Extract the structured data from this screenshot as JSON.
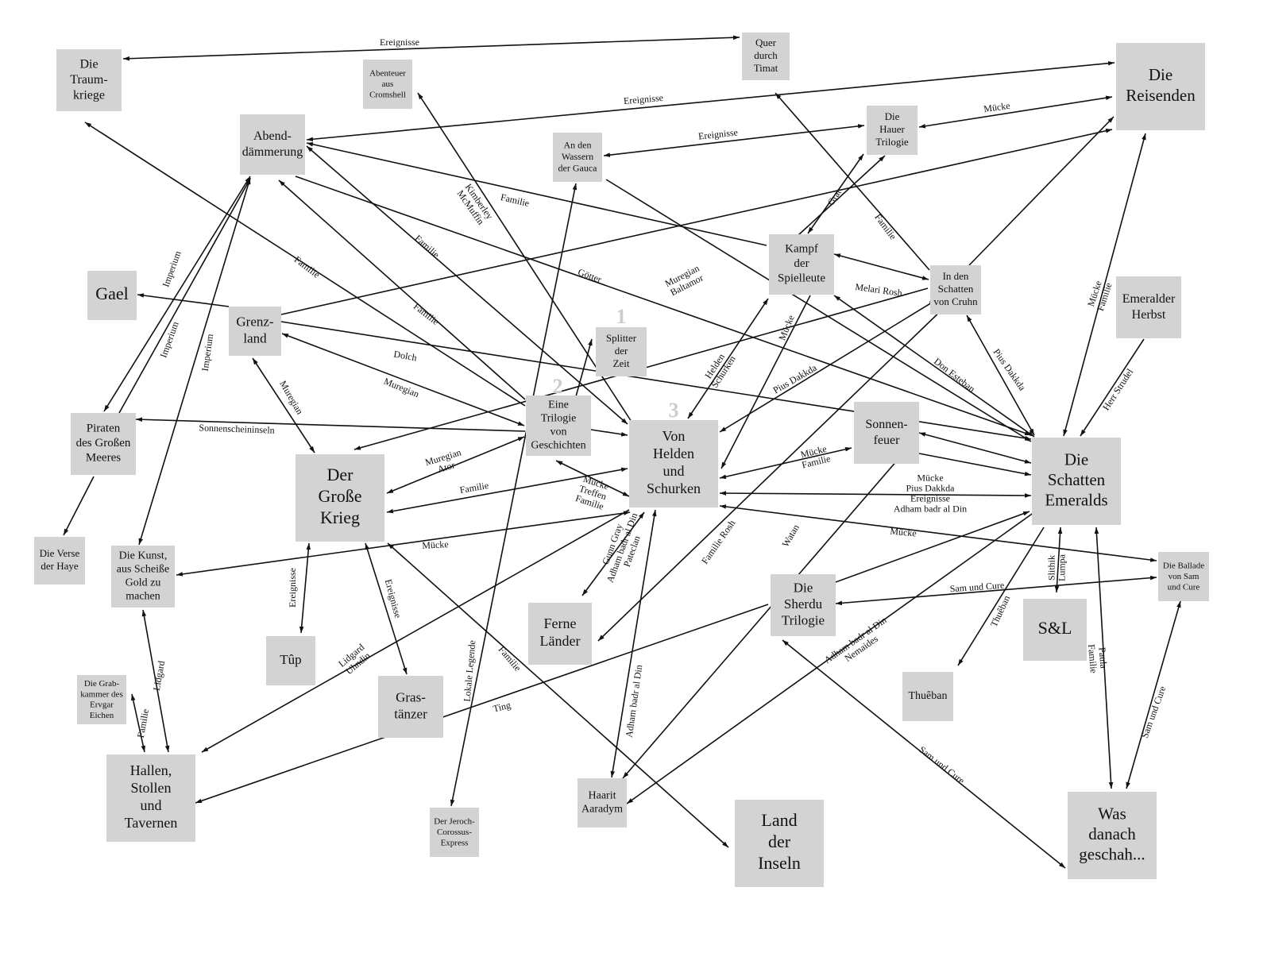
{
  "nodes": {
    "traumkriege": [
      "Die",
      "Traum-",
      "kriege"
    ],
    "quer": [
      "Quer",
      "durch",
      "Timat"
    ],
    "reisenden": [
      "Die",
      "Reisenden"
    ],
    "abenteuer": [
      "Abenteuer",
      "aus",
      "Cromshell"
    ],
    "abend": [
      "Abend-",
      "dämmerung"
    ],
    "gauca": [
      "An den",
      "Wassern",
      "der Gauca"
    ],
    "hauer": [
      "Die",
      "Hauer",
      "Trilogie"
    ],
    "kampf": [
      "Kampf",
      "der",
      "Spielleute"
    ],
    "cruhn": [
      "In den",
      "Schatten",
      "von Cruhn"
    ],
    "emherbst": [
      "Emeralder",
      "Herbst"
    ],
    "gael": [
      "Gael"
    ],
    "grenz": [
      "Grenz-",
      "land"
    ],
    "splitter": [
      "Splitter",
      "der",
      "Zeit"
    ],
    "trilogie": [
      "Eine",
      "Trilogie",
      "von",
      "Geschichten"
    ],
    "vhus": [
      "Von",
      "Helden",
      "und",
      "Schurken"
    ],
    "sonnen": [
      "Sonnen-",
      "feuer"
    ],
    "schatten": [
      "Die",
      "Schatten",
      "Emeralds"
    ],
    "piraten": [
      "Piraten",
      "des Großen",
      "Meeres"
    ],
    "krieg": [
      "Der",
      "Große",
      "Krieg"
    ],
    "verse": [
      "Die Verse",
      "der Haye"
    ],
    "kunst": [
      "Die Kunst,",
      "aus Scheiße",
      "Gold zu",
      "machen"
    ],
    "ferne": [
      "Ferne",
      "Länder"
    ],
    "sherdu": [
      "Die",
      "Sherdu",
      "Trilogie"
    ],
    "sl": [
      "S&L"
    ],
    "ballade": [
      "Die Ballade",
      "von Sam",
      "und Cure"
    ],
    "tup": [
      "Tûp"
    ],
    "grab": [
      "Die Grab-",
      "kammer des",
      "Ervgar",
      "Eichen"
    ],
    "gras": [
      "Gras-",
      "tänzer"
    ],
    "thueban": [
      "Thuêban"
    ],
    "hallen": [
      "Hallen,",
      "Stollen",
      "und",
      "Tavernen"
    ],
    "jeroch": [
      "Der Jeroch-",
      "Corossus-",
      "Express"
    ],
    "haarit": [
      "Haarit",
      "Aaradym"
    ],
    "land": [
      "Land",
      "der",
      "Inseln"
    ],
    "was": [
      "Was",
      "danach",
      "geschah..."
    ]
  },
  "markers": [
    "1",
    "2",
    "3"
  ],
  "edges": [
    {
      "from": "traumkriege",
      "to": "quer",
      "bi": true,
      "label": [
        "Ereignisse"
      ]
    },
    {
      "from": "abend",
      "to": "reisenden",
      "bi": true,
      "label": [
        "Ereignisse"
      ]
    },
    {
      "from": "gauca",
      "to": "hauer",
      "bi": true,
      "label": [
        "Ereignisse"
      ]
    },
    {
      "from": "hauer",
      "to": "reisenden",
      "bi": true,
      "label": [
        "Mücke"
      ]
    },
    {
      "from": "kampf",
      "to": "abend",
      "bi": false,
      "label": [
        "Familie"
      ]
    },
    {
      "from": "kampf",
      "to": "hauer",
      "bi": true,
      "label": [
        "Grat"
      ]
    },
    {
      "from": "schatten",
      "to": "hauer",
      "bi": false,
      "label": []
    },
    {
      "from": "cruhn",
      "to": "quer",
      "bi": false,
      "label": [
        "Familie"
      ]
    },
    {
      "from": "kampf",
      "to": "cruhn",
      "bi": true,
      "label": [
        "Melari Rosh"
      ]
    },
    {
      "from": "cruhn",
      "to": "schatten",
      "bi": true,
      "label": [
        "Pius Dakkda"
      ]
    },
    {
      "from": "cruhn",
      "to": "krieg",
      "bi": false,
      "label": [
        "Muregian",
        "Baltamor"
      ]
    },
    {
      "from": "cruhn",
      "to": "reisenden",
      "bi": false,
      "label": []
    },
    {
      "from": "schatten",
      "to": "reisenden",
      "bi": true,
      "label": [
        "Mücke",
        "Familie"
      ]
    },
    {
      "from": "emherbst",
      "to": "schatten",
      "bi": false,
      "label": [
        "Herr Strudel"
      ]
    },
    {
      "from": "abend",
      "to": "schatten",
      "bi": false,
      "label": [
        "Götter"
      ]
    },
    {
      "from": "gauca",
      "to": "schatten",
      "bi": false,
      "label": []
    },
    {
      "from": "grenz",
      "to": "reisenden",
      "bi": false,
      "label": []
    },
    {
      "from": "grenz",
      "to": "gael",
      "bi": false,
      "label": []
    },
    {
      "from": "grenz",
      "to": "schatten",
      "bi": false,
      "label": [
        "Dolch"
      ]
    },
    {
      "from": "trilogie",
      "to": "grenz",
      "bi": true,
      "label": [
        "Muregian"
      ]
    },
    {
      "from": "grenz",
      "to": "krieg",
      "bi": true,
      "label": [
        "Muregian"
      ]
    },
    {
      "from": "trilogie",
      "to": "traumkriege",
      "bi": false,
      "label": [
        "Familie"
      ]
    },
    {
      "from": "trilogie",
      "to": "abend",
      "bi": false,
      "label": [
        "Familie"
      ]
    },
    {
      "from": "vhus",
      "to": "abend",
      "bi": true,
      "label": [
        "Familie"
      ]
    },
    {
      "from": "vhus",
      "to": "abenteuer",
      "bi": false,
      "label": [
        "Kimberley",
        "McMuffin"
      ]
    },
    {
      "from": "jeroch",
      "to": "gauca",
      "bi": true,
      "label": [
        "Lokale Legende"
      ]
    },
    {
      "from": "trilogie",
      "to": "splitter",
      "bi": false,
      "label": []
    },
    {
      "from": "trilogie",
      "to": "vhus",
      "bi": false,
      "label": []
    },
    {
      "from": "trilogie",
      "to": "piraten",
      "bi": false,
      "label": [
        "Sonnenscheininseln"
      ]
    },
    {
      "from": "trilogie",
      "to": "krieg",
      "bi": true,
      "label": [
        "Muregian",
        "Ator"
      ]
    },
    {
      "from": "vhus",
      "to": "krieg",
      "bi": true,
      "label": [
        "Familie"
      ]
    },
    {
      "from": "trilogie",
      "to": "vhus",
      "bi": true,
      "label": [
        "Mücke",
        "Treffen",
        "Familie"
      ]
    },
    {
      "from": "vhus",
      "to": "kampf",
      "bi": true,
      "label": [
        "Helden",
        "Schurken"
      ]
    },
    {
      "from": "kampf",
      "to": "vhus",
      "bi": false,
      "label": [
        "Mücke"
      ]
    },
    {
      "from": "vhus",
      "to": "cruhn",
      "bi": true,
      "label": [
        "Pius Dakkda"
      ]
    },
    {
      "from": "kampf",
      "to": "schatten",
      "bi": true,
      "label": [
        "Don Esteban"
      ]
    },
    {
      "from": "sonnen",
      "to": "vhus",
      "bi": true,
      "label": [
        "Mücke",
        "Familie"
      ]
    },
    {
      "from": "schatten",
      "to": "sonnen",
      "bi": true,
      "label": []
    },
    {
      "from": "sonnen",
      "to": "schatten",
      "bi": false,
      "label": []
    },
    {
      "from": "vhus",
      "to": "schatten",
      "bi": true,
      "label": [
        "Mücke",
        "Pius Dakkda",
        "Ereignisse",
        "Adham badr al Din"
      ]
    },
    {
      "from": "vhus",
      "to": "ballade",
      "bi": true,
      "label": [
        "Mücke"
      ]
    },
    {
      "from": "piraten",
      "to": "abend",
      "bi": true,
      "label": [
        "Imperium"
      ]
    },
    {
      "from": "piraten",
      "to": "abend",
      "bi": false,
      "label": [
        "Imperium"
      ]
    },
    {
      "from": "kunst",
      "to": "abend",
      "bi": true,
      "label": [
        "Imperium"
      ]
    },
    {
      "from": "piraten",
      "to": "verse",
      "bi": false,
      "label": []
    },
    {
      "from": "vhus",
      "to": "kunst",
      "bi": true,
      "label": [
        "Mücke"
      ]
    },
    {
      "from": "kunst",
      "to": "hallen",
      "bi": true,
      "label": [
        "Lidgard"
      ]
    },
    {
      "from": "grab",
      "to": "hallen",
      "bi": true,
      "label": [
        "Familie"
      ]
    },
    {
      "from": "vhus",
      "to": "hallen",
      "bi": false,
      "label": [
        "Lidgard",
        "Uhndin"
      ]
    },
    {
      "from": "tup",
      "to": "krieg",
      "bi": true,
      "label": [
        "Ereignisse"
      ]
    },
    {
      "from": "krieg",
      "to": "gras",
      "bi": true,
      "label": [
        "Ereignisse"
      ]
    },
    {
      "from": "krieg",
      "to": "land",
      "bi": true,
      "label": [
        "Familie"
      ]
    },
    {
      "from": "sherdu",
      "to": "hallen",
      "bi": false,
      "label": [
        "Ting"
      ]
    },
    {
      "from": "vhus",
      "to": "ferne",
      "bi": true,
      "label": [
        "Gunn Gray",
        "Adham badr al Din",
        "Pateclan"
      ]
    },
    {
      "from": "haarit",
      "to": "vhus",
      "bi": true,
      "label": [
        "Adham badr al Din"
      ]
    },
    {
      "from": "cruhn",
      "to": "ferne",
      "bi": false,
      "label": [
        "Familie Rosh"
      ]
    },
    {
      "from": "sonnen",
      "to": "haarit",
      "bi": false,
      "label": [
        "Watan"
      ]
    },
    {
      "from": "schatten",
      "to": "haarit",
      "bi": false,
      "label": [
        "Adham badr al Din",
        "Nemaides"
      ]
    },
    {
      "from": "sherdu",
      "to": "schatten",
      "bi": false,
      "label": []
    },
    {
      "from": "ballade",
      "to": "sherdu",
      "bi": true,
      "label": [
        "Sam und Cure"
      ]
    },
    {
      "from": "sherdu",
      "to": "was",
      "bi": true,
      "label": [
        "Sam und Cure"
      ]
    },
    {
      "from": "schatten",
      "to": "sl",
      "bi": true,
      "label": [
        "Slithik",
        "Lumpa"
      ]
    },
    {
      "from": "schatten",
      "to": "thueban",
      "bi": false,
      "label": [
        "Thuêban"
      ]
    },
    {
      "from": "schatten",
      "to": "was",
      "bi": true,
      "label": [
        "Paula",
        "Familie"
      ]
    },
    {
      "from": "ballade",
      "to": "was",
      "bi": true,
      "label": [
        "Sam und Cure"
      ]
    }
  ]
}
